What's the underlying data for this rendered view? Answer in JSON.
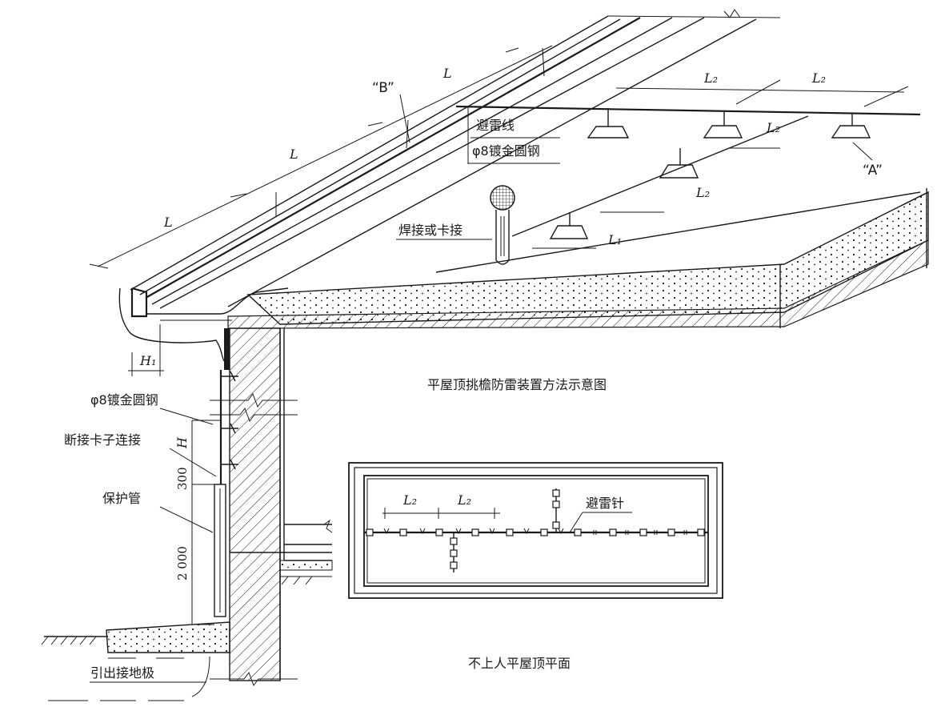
{
  "title_main": "平屋顶挑檐防雷装置方法示意图",
  "title_plan": "不上人平屋顶平面",
  "labels": {
    "lightning_wire": "避雷线",
    "round_steel_top": "φ8镀金圆钢",
    "weld_or_clamp": "焊接或卡接",
    "round_steel_side": "φ8镀金圆钢",
    "disconnect_clamp": "断接卡子连接",
    "protection_pipe": "保护管",
    "ground_lead": "引出接地极",
    "lightning_rod": "避雷针",
    "mark_b": "“B”",
    "mark_a": "“A”"
  },
  "dimensions": {
    "L": "L",
    "L1": "L₁",
    "L2": "L₂",
    "H": "H",
    "H1": "H₁",
    "d300": "300",
    "d2000": "2 000"
  },
  "colors": {
    "ink": "#1a1a1a",
    "paper": "#ffffff"
  }
}
